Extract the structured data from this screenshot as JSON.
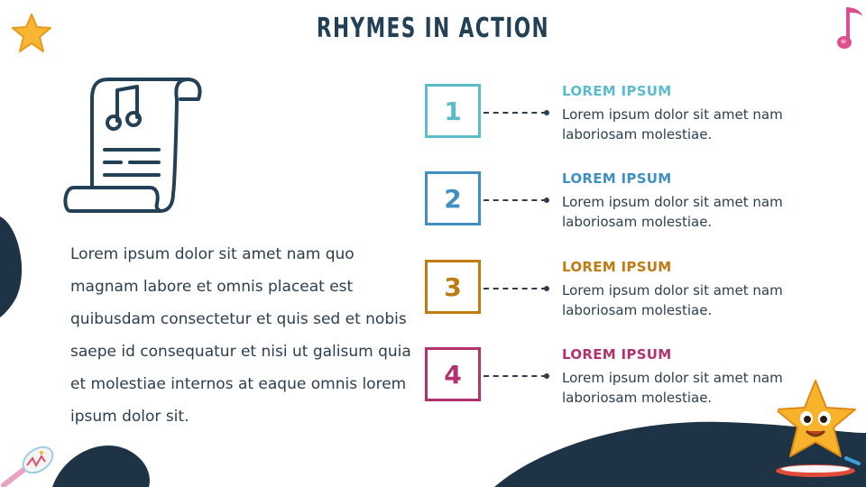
{
  "title": "RHYMES IN ACTION",
  "intro_text": "Lorem ipsum dolor sit amet nam quo magnam labore et omnis placeat est quibusdam consectetur et quis sed et nobis saepe id consequatur et nisi ut galisum quia et molestiae internos at eaque omnis lorem ipsum dolor sit.",
  "items": [
    {
      "number": "1",
      "heading": "LOREM IPSUM",
      "text": "Lorem ipsum dolor sit amet nam laboriosam molestiae.",
      "color": "#5bbccc"
    },
    {
      "number": "2",
      "heading": "LOREM IPSUM",
      "text": "Lorem ipsum dolor sit amet nam laboriosam molestiae.",
      "color": "#3f8fc4"
    },
    {
      "number": "3",
      "heading": "LOREM IPSUM",
      "text": "Lorem ipsum dolor sit amet nam laboriosam molestiae.",
      "color": "#c07a12"
    },
    {
      "number": "4",
      "heading": "LOREM IPSUM",
      "text": "Lorem ipsum dolor sit amet nam laboriosam molestiae.",
      "color": "#b2326f"
    }
  ],
  "icons": [
    "star-icon",
    "music-note-icon",
    "music-sheet-icon",
    "maraca-icon",
    "star-character-icon"
  ],
  "colors": {
    "dark_navy": "#1e3446",
    "title": "#234156"
  }
}
